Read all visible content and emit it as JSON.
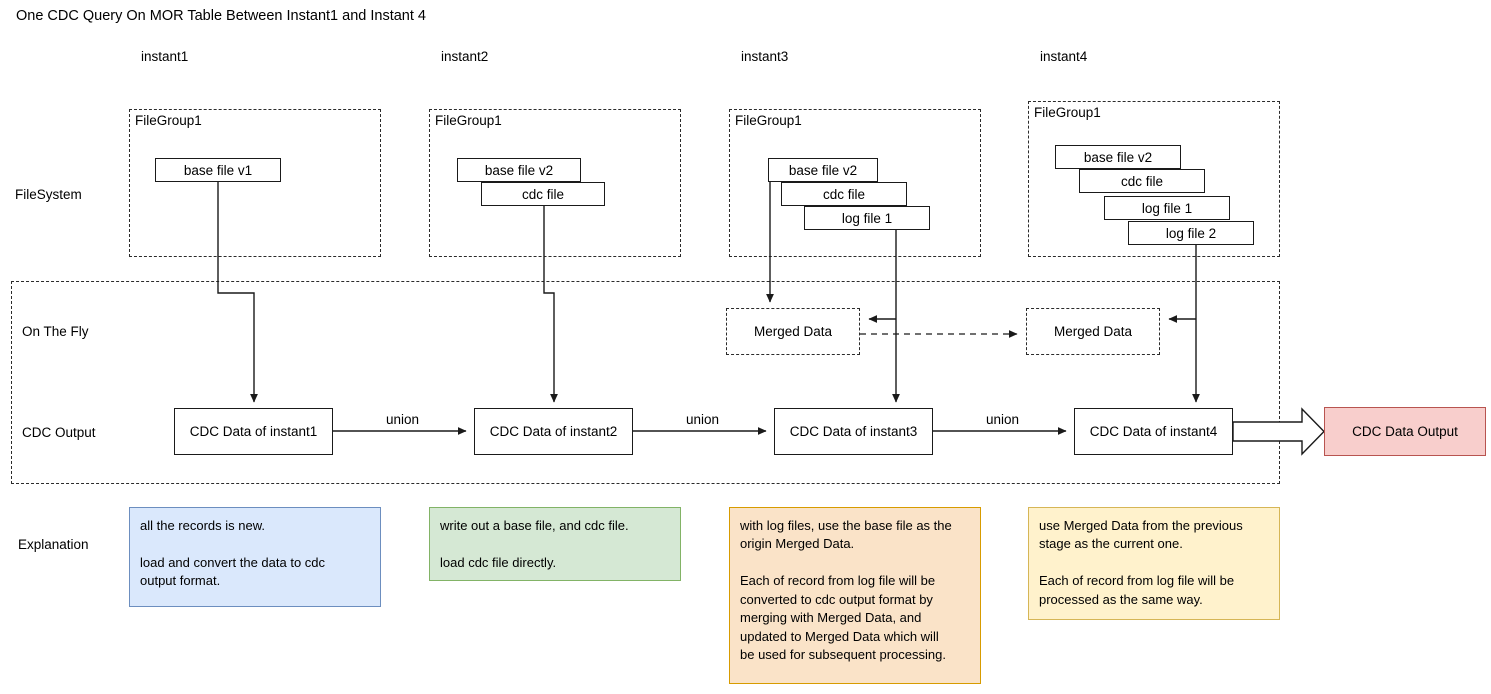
{
  "title": "One CDC Query On MOR Table Between Instant1 and Instant 4",
  "columns": [
    {
      "label": "instant1"
    },
    {
      "label": "instant2"
    },
    {
      "label": "instant3"
    },
    {
      "label": "instant4"
    }
  ],
  "row_labels": {
    "filesystem": "FileSystem",
    "on_the_fly": "On The Fly",
    "cdc_output": "CDC Output",
    "explanation": "Explanation"
  },
  "filesystem": {
    "group_label": "FileGroup1",
    "groups": [
      {
        "files": [
          "base file v1"
        ]
      },
      {
        "files": [
          "base file v2",
          "cdc file"
        ]
      },
      {
        "files": [
          "base file v2",
          "cdc file",
          "log file 1"
        ]
      },
      {
        "files": [
          "base file v2",
          "cdc file",
          "log file 1",
          "log file 2"
        ]
      }
    ]
  },
  "on_the_fly": {
    "merged": [
      "Merged Data",
      "Merged Data"
    ]
  },
  "cdc_output": {
    "boxes": [
      "CDC Data of instant1",
      "CDC Data of instant2",
      "CDC Data of instant3",
      "CDC Data of instant4"
    ],
    "connector_labels": [
      "union",
      "union",
      "union"
    ],
    "final_output": "CDC Data Output"
  },
  "explanations": [
    {
      "text": "all the records is new.\n\nload and convert the data to cdc\noutput format.",
      "fill": "#dae8fc",
      "stroke": "#6c8ebf"
    },
    {
      "text": "write out a base file, and cdc file.\n\nload cdc file directly.",
      "fill": "#d5e8d4",
      "stroke": "#82b366"
    },
    {
      "text": "with log files, use the base file as the\norigin Merged Data.\n\nEach of record from log file will be\nconverted to cdc output format by\nmerging with Merged Data, and\nupdated to Merged Data which will\nbe used for subsequent processing.",
      "fill": "#fae3c8",
      "stroke": "#d79b00"
    },
    {
      "text": "use Merged Data from the previous\nstage as the current one.\n\nEach of record from log file will be\nprocessed as the same way.",
      "fill": "#fff2cc",
      "stroke": "#d6b656"
    }
  ],
  "colors": {
    "output_fill": "#f8cecc",
    "output_stroke": "#b85450",
    "line": "#1a1a1a",
    "dash": "#2b2b2b"
  }
}
